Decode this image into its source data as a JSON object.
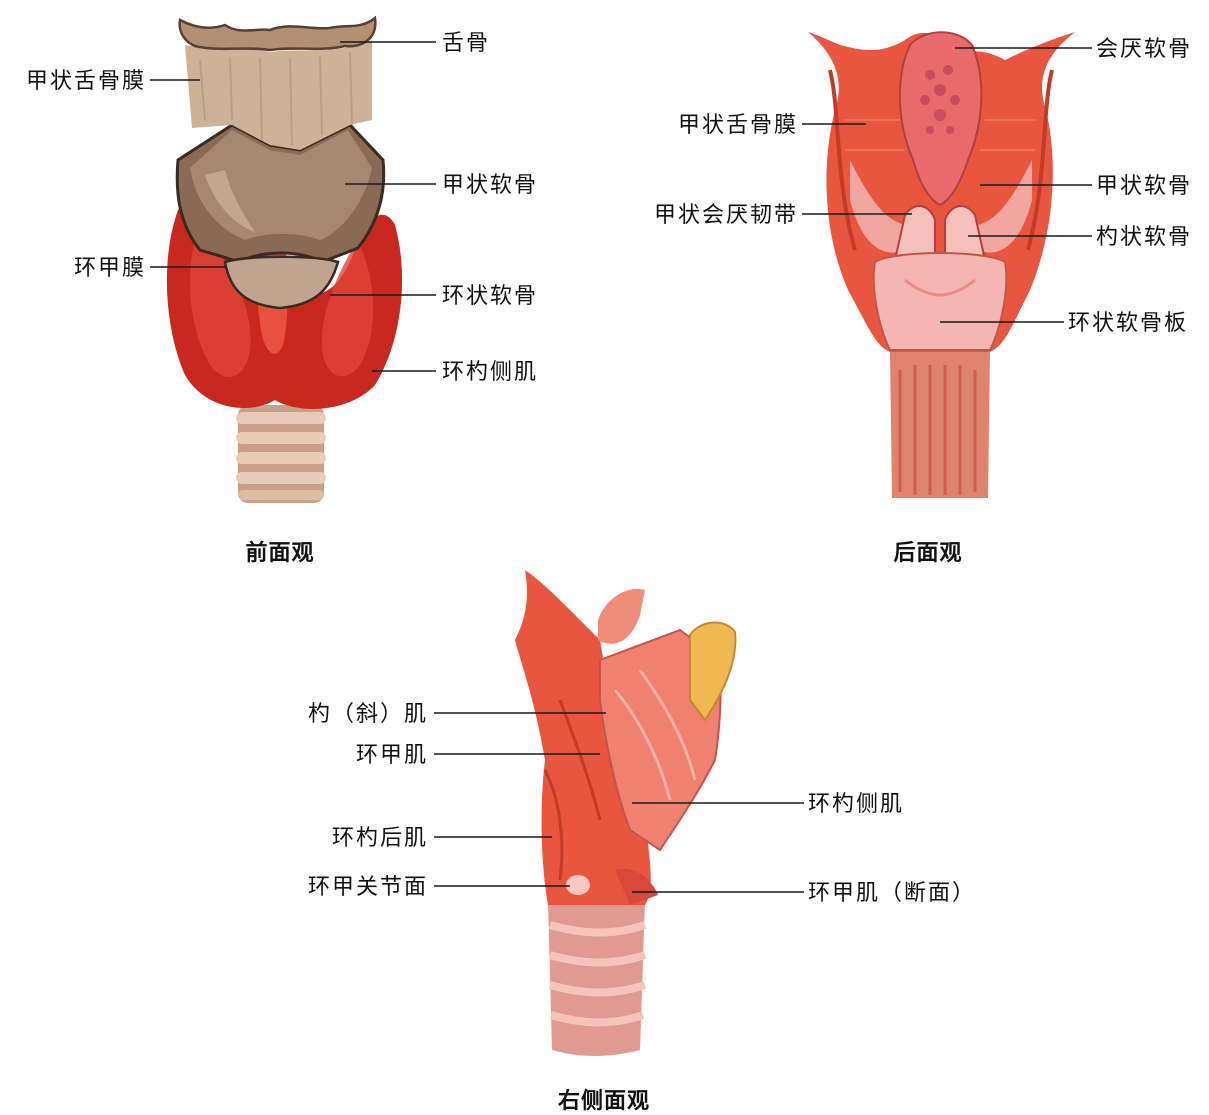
{
  "front": {
    "caption": "前面观",
    "labels": {
      "hyoid": "舌骨",
      "thyrohyoid_membrane": "甲状舌骨膜",
      "thyroid_cartilage": "甲状软骨",
      "cricothyroid_membrane": "环甲膜",
      "cricoid_cartilage": "环状软骨",
      "lateral_cricoarytenoid": "环杓侧肌"
    }
  },
  "back": {
    "caption": "后面观",
    "labels": {
      "epiglottis": "会厌软骨",
      "thyrohyoid_membrane": "甲状舌骨膜",
      "thyroid_cartilage": "甲状软骨",
      "thyroepiglottic_ligament": "甲状会厌韧带",
      "arytenoid_cartilage": "杓状软骨",
      "cricoid_lamina": "环状软骨板"
    }
  },
  "side": {
    "caption": "右侧面观",
    "labels": {
      "oblique_arytenoid": "杓（斜）肌",
      "cricothyroid_muscle": "环甲肌",
      "posterior_cricoarytenoid": "环杓后肌",
      "cricothyroid_joint": "环甲关节面",
      "lateral_cricoarytenoid": "环杓侧肌",
      "cricothyroid_section": "环甲肌（断面）"
    }
  },
  "colors": {
    "muscle": "#e04a3c",
    "muscle_light": "#f08070",
    "cartilage_tan": "#c8a98a",
    "cartilage_brown": "#8a6a55",
    "thyroid_red": "#c8281e",
    "pink": "#f2a6a0",
    "trachea": "#d99a8c"
  }
}
